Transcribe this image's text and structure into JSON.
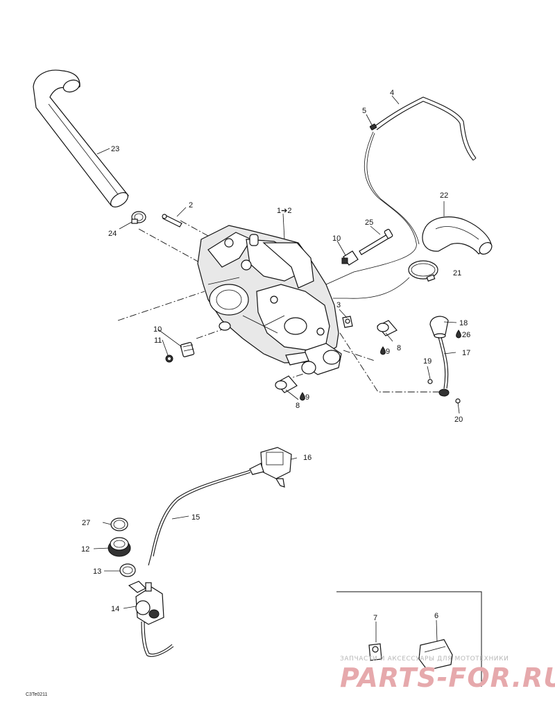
{
  "callouts": {
    "c1_2": "1➔2",
    "c2": "2",
    "c3": "3",
    "c4": "4",
    "c5": "5",
    "c6": "6",
    "c7": "7",
    "c8a": "8",
    "c8b": "8",
    "c9a": "9",
    "c9b": "9",
    "c10a": "10",
    "c10b": "10",
    "c11": "11",
    "c12": "12",
    "c13": "13",
    "c14": "14",
    "c15": "15",
    "c16": "16",
    "c17": "17",
    "c18": "18",
    "c19": "19",
    "c20": "20",
    "c21": "21",
    "c22": "22",
    "c23": "23",
    "c24": "24",
    "c25": "25",
    "c26": "26",
    "c27": "27"
  },
  "diagram_code": "C3Te0211",
  "watermark": {
    "tagline": "ЗАПЧАСТИ И АКСЕССУАРЫ ДЛЯ МОТОТЕХНИКИ",
    "logo": "PARTS-FOR.RU"
  }
}
